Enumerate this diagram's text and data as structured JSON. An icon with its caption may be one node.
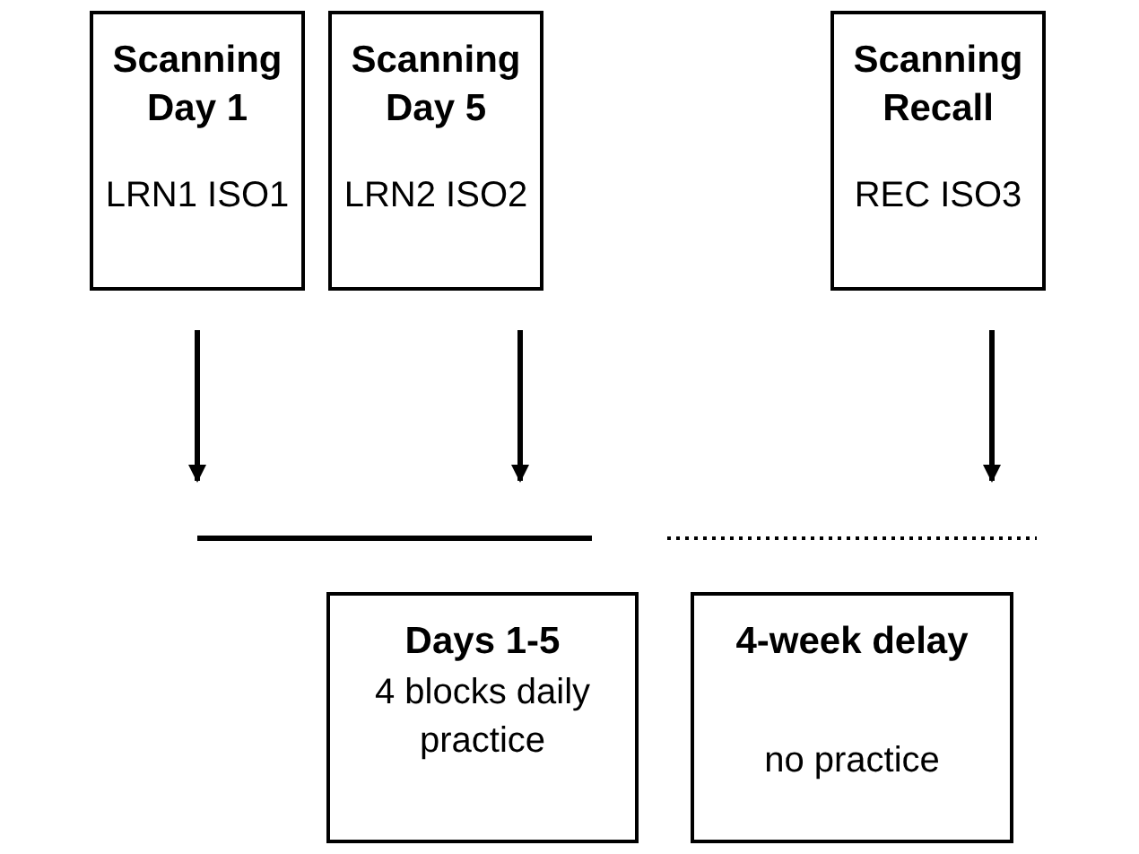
{
  "diagram": {
    "nodes": [
      {
        "text": [
          "Scanning Day 1",
          "LRN1 ISO1"
        ]
      },
      {
        "text": [
          "Scanning Day 5",
          "LRN2 ISO2"
        ]
      },
      {
        "text": [
          "Scanning Recall",
          "REC ISO3"
        ]
      },
      {
        "text": [
          "Days 1-5",
          "4 blocks daily practice"
        ]
      },
      {
        "text": [
          "4-week delay",
          "no practice"
        ]
      }
    ],
    "edges": [
      {
        "from": 0,
        "to": null,
        "arrow": "to"
      },
      {
        "from": 1,
        "to": null,
        "arrow": "to"
      },
      {
        "from": 2,
        "to": null,
        "arrow": "to"
      }
    ]
  }
}
